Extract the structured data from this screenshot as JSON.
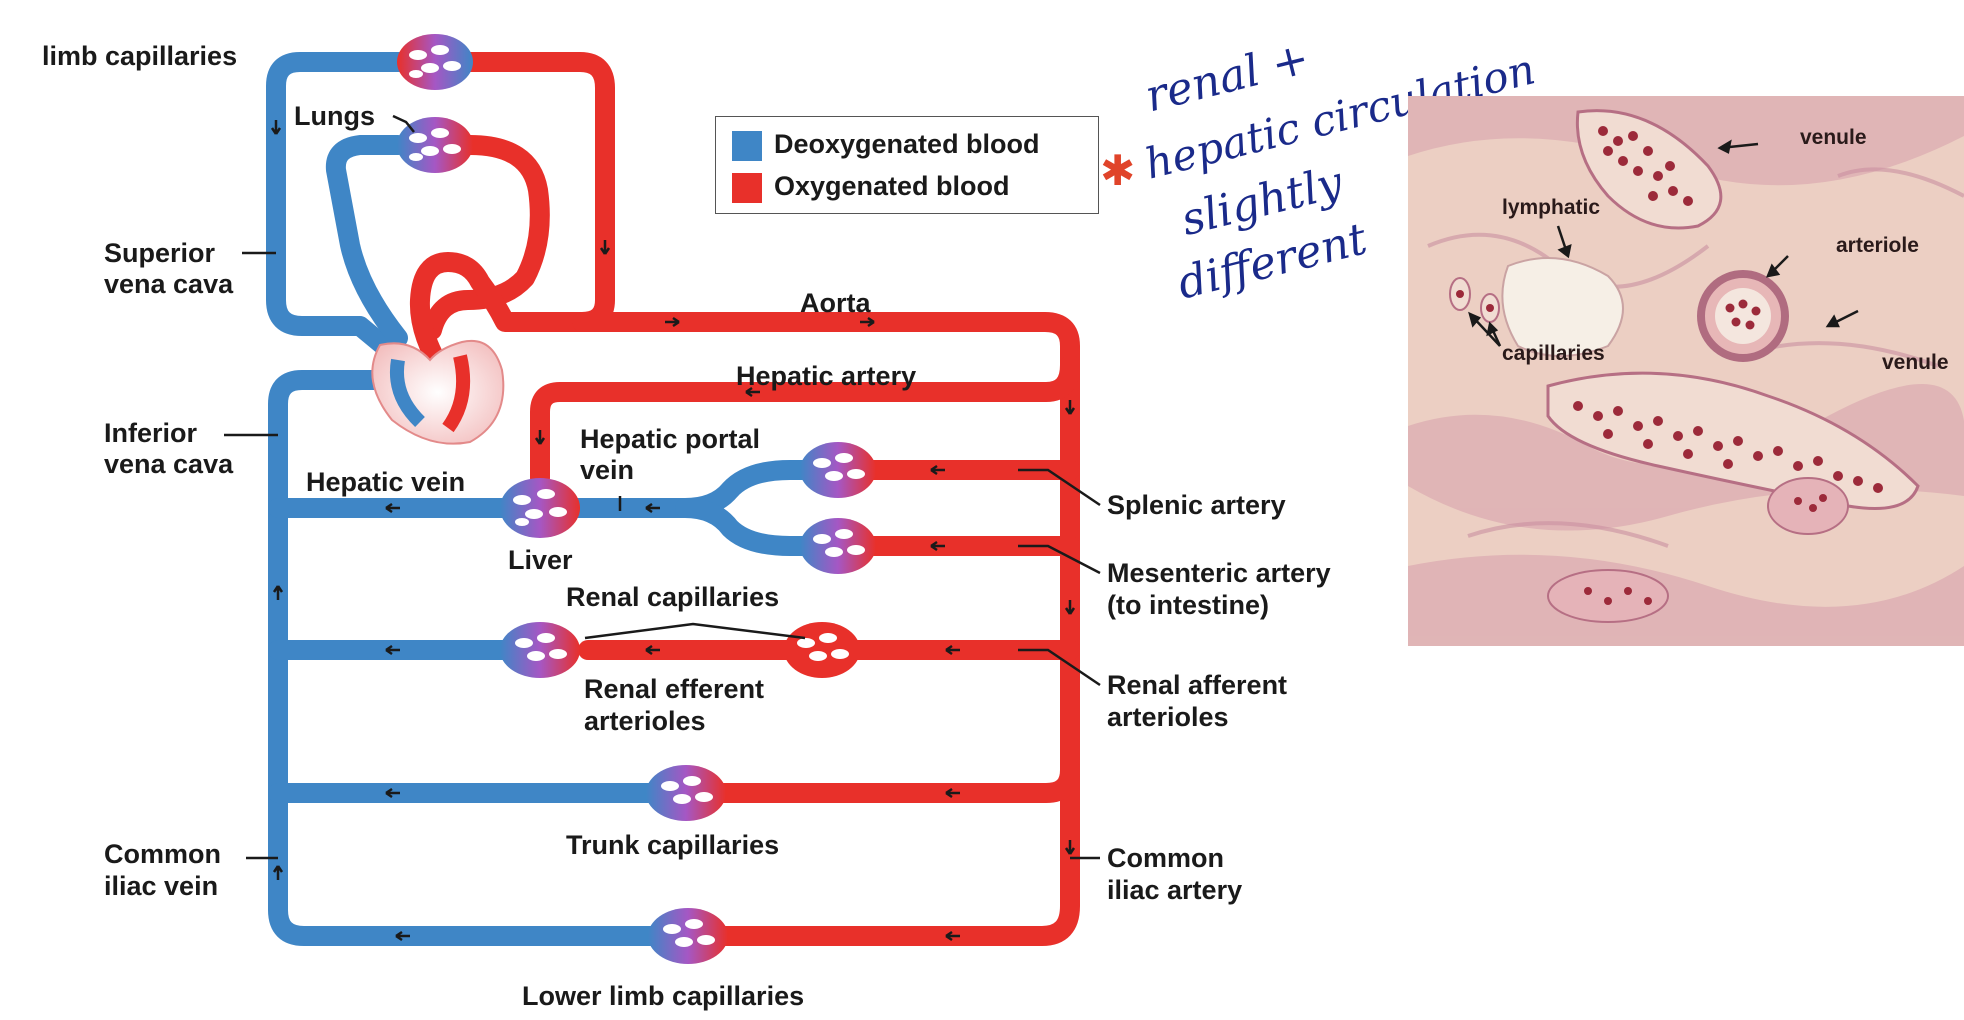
{
  "colors": {
    "deoxygenated": "#3f86c6",
    "oxygenated": "#e8302a",
    "annotation_ink": "#1a2a8a",
    "annotation_star": "#e0442a",
    "tissue_background": "#eccfc3",
    "blood_cell": "#9c2a3a"
  },
  "legend": {
    "deoxygenated_label": "Deoxygenated blood",
    "oxygenated_label": "Oxygenated blood"
  },
  "labels": {
    "upper_limb": "limb capillaries",
    "lungs": "Lungs",
    "superior_vena_cava_1": "Superior",
    "superior_vena_cava_2": "vena cava",
    "inferior_vena_cava_1": "Inferior",
    "inferior_vena_cava_2": "vena cava",
    "hepatic_vein": "Hepatic vein",
    "hepatic_portal_1": "Hepatic portal",
    "hepatic_portal_2": "vein",
    "liver": "Liver",
    "aorta": "Aorta",
    "hepatic_artery": "Hepatic artery",
    "splenic_artery": "Splenic artery",
    "mesenteric_1": "Mesenteric artery",
    "mesenteric_2": "(to intestine)",
    "renal_capillaries": "Renal capillaries",
    "renal_efferent_1": "Renal efferent",
    "renal_efferent_2": "arterioles",
    "renal_afferent_1": "Renal afferent",
    "renal_afferent_2": "arterioles",
    "trunk_capillaries": "Trunk capillaries",
    "common_iliac_vein_1": "Common",
    "common_iliac_vein_2": "iliac vein",
    "common_iliac_artery_1": "Common",
    "common_iliac_artery_2": "iliac artery",
    "lower_limb": "Lower limb capillaries"
  },
  "handwritten": {
    "line1": "renal +",
    "line2": "hepatic circulation",
    "line3": "slightly",
    "line4": "different"
  },
  "micrograph": {
    "venule_top": "venule",
    "lymphatic": "lymphatic",
    "arteriole": "arteriole",
    "venule_right": "venule",
    "capillaries": "capillaries"
  }
}
